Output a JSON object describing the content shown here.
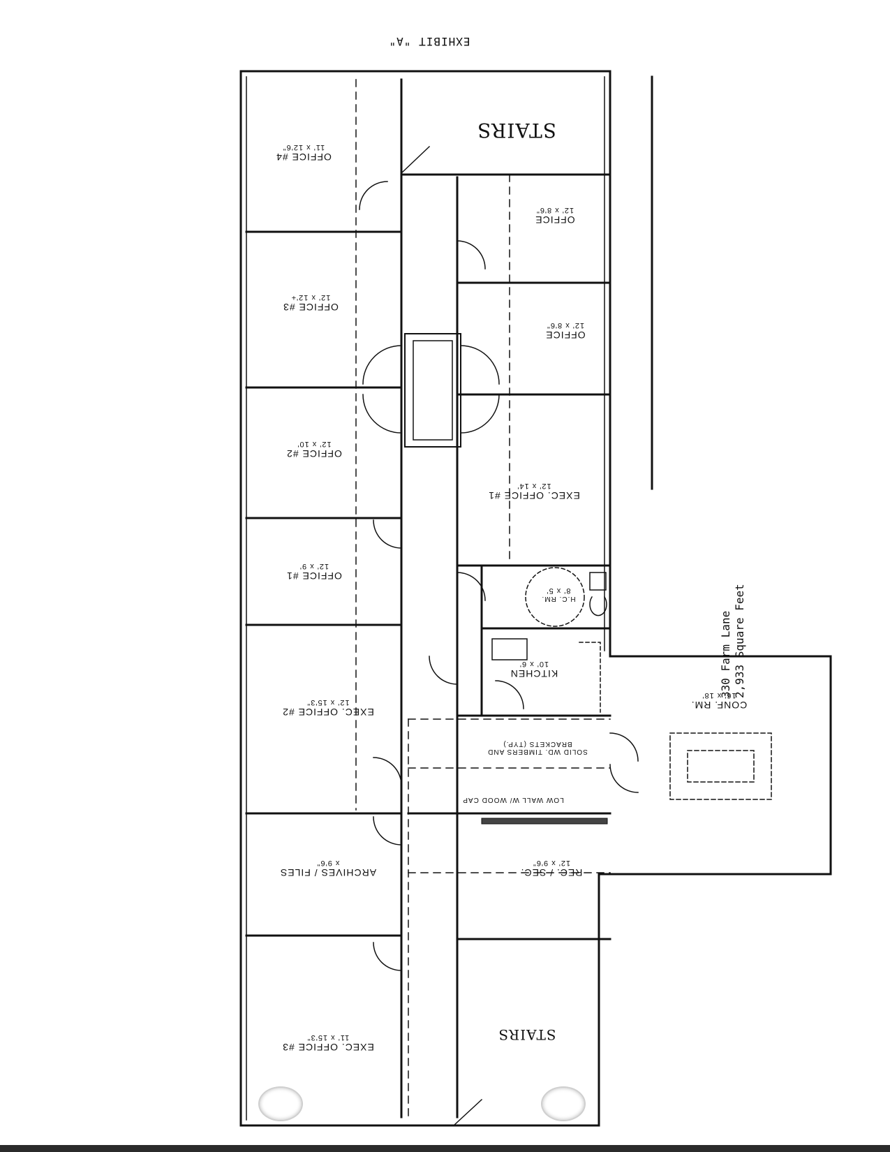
{
  "exhibit_title": "EXHIBIT \"A\"",
  "address": {
    "street": "330 Farm Lane",
    "area": "2,933 Square Feet"
  },
  "rooms": [
    {
      "id": "stairs-top",
      "name": "STAIRS",
      "dims": ""
    },
    {
      "id": "office-4",
      "name": "OFFICE #4",
      "dims": "11' x 12'6\""
    },
    {
      "id": "office-top-right",
      "name": "OFFICE",
      "dims": "12' x 8'6\""
    },
    {
      "id": "office-3",
      "name": "OFFICE #3",
      "dims": "12' x 12'+"
    },
    {
      "id": "office-mid-right",
      "name": "OFFICE",
      "dims": "12' x 8'6\""
    },
    {
      "id": "office-2",
      "name": "OFFICE #2",
      "dims": "12' x 10'"
    },
    {
      "id": "exec-office-1",
      "name": "EXEC. OFFICE #1",
      "dims": "12' x 14'"
    },
    {
      "id": "office-1",
      "name": "OFFICE #1",
      "dims": "12' x 9'"
    },
    {
      "id": "hc-rm",
      "name": "H.C. RM.",
      "dims": "8' x 5'"
    },
    {
      "id": "kitchen",
      "name": "KITCHEN",
      "dims": "10' x 6'"
    },
    {
      "id": "exec-office-2",
      "name": "EXEC. OFFICE #2",
      "dims": "12' x 15'3\""
    },
    {
      "id": "conf-rm",
      "name": "CONF. RM.",
      "dims": "16' x 18'"
    },
    {
      "id": "archives-files",
      "name": "ARCHIVES / FILES",
      "dims": "x 9'6\""
    },
    {
      "id": "rec-sec",
      "name": "REC. / SEC.",
      "dims": "12' x 9'6\""
    },
    {
      "id": "exec-office-3",
      "name": "EXEC. OFFICE #3",
      "dims": "11' x 15'3\""
    },
    {
      "id": "stairs-bottom",
      "name": "STAIRS",
      "dims": ""
    }
  ],
  "notes": {
    "timbers": "SOLID WD. TIMBERS AND BRACKETS (TYP.)",
    "low_wall": "LOW WALL W/ WOOD CAP"
  }
}
